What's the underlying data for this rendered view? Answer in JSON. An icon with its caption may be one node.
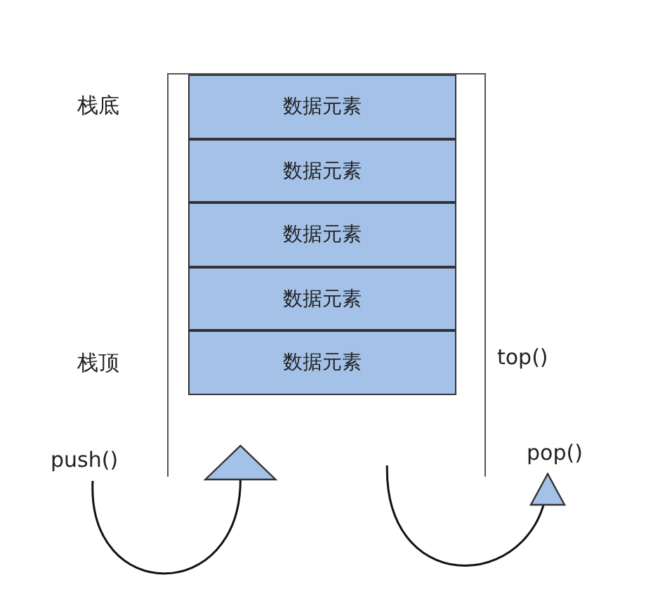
{
  "diagram": {
    "nodes": [
      {
        "text": [],
        "shape": "box"
      },
      {
        "text": [
          "数据元素"
        ],
        "in": 0
      },
      {
        "text": [
          "数据元素"
        ],
        "in": 0
      },
      {
        "text": [
          "数据元素"
        ],
        "in": 0
      },
      {
        "text": [
          "数据元素"
        ],
        "in": 0
      },
      {
        "text": [
          "数据元素"
        ],
        "in": 0
      },
      {
        "text": [
          "push()"
        ]
      },
      {
        "text": [
          "pop()"
        ]
      }
    ],
    "edges": [
      {
        "from": 6,
        "to": 0,
        "arrow": "to"
      },
      {
        "from": 0,
        "to": 7,
        "arrow": "to"
      }
    ],
    "labels": [
      "栈底",
      "栈顶",
      "top()"
    ]
  }
}
